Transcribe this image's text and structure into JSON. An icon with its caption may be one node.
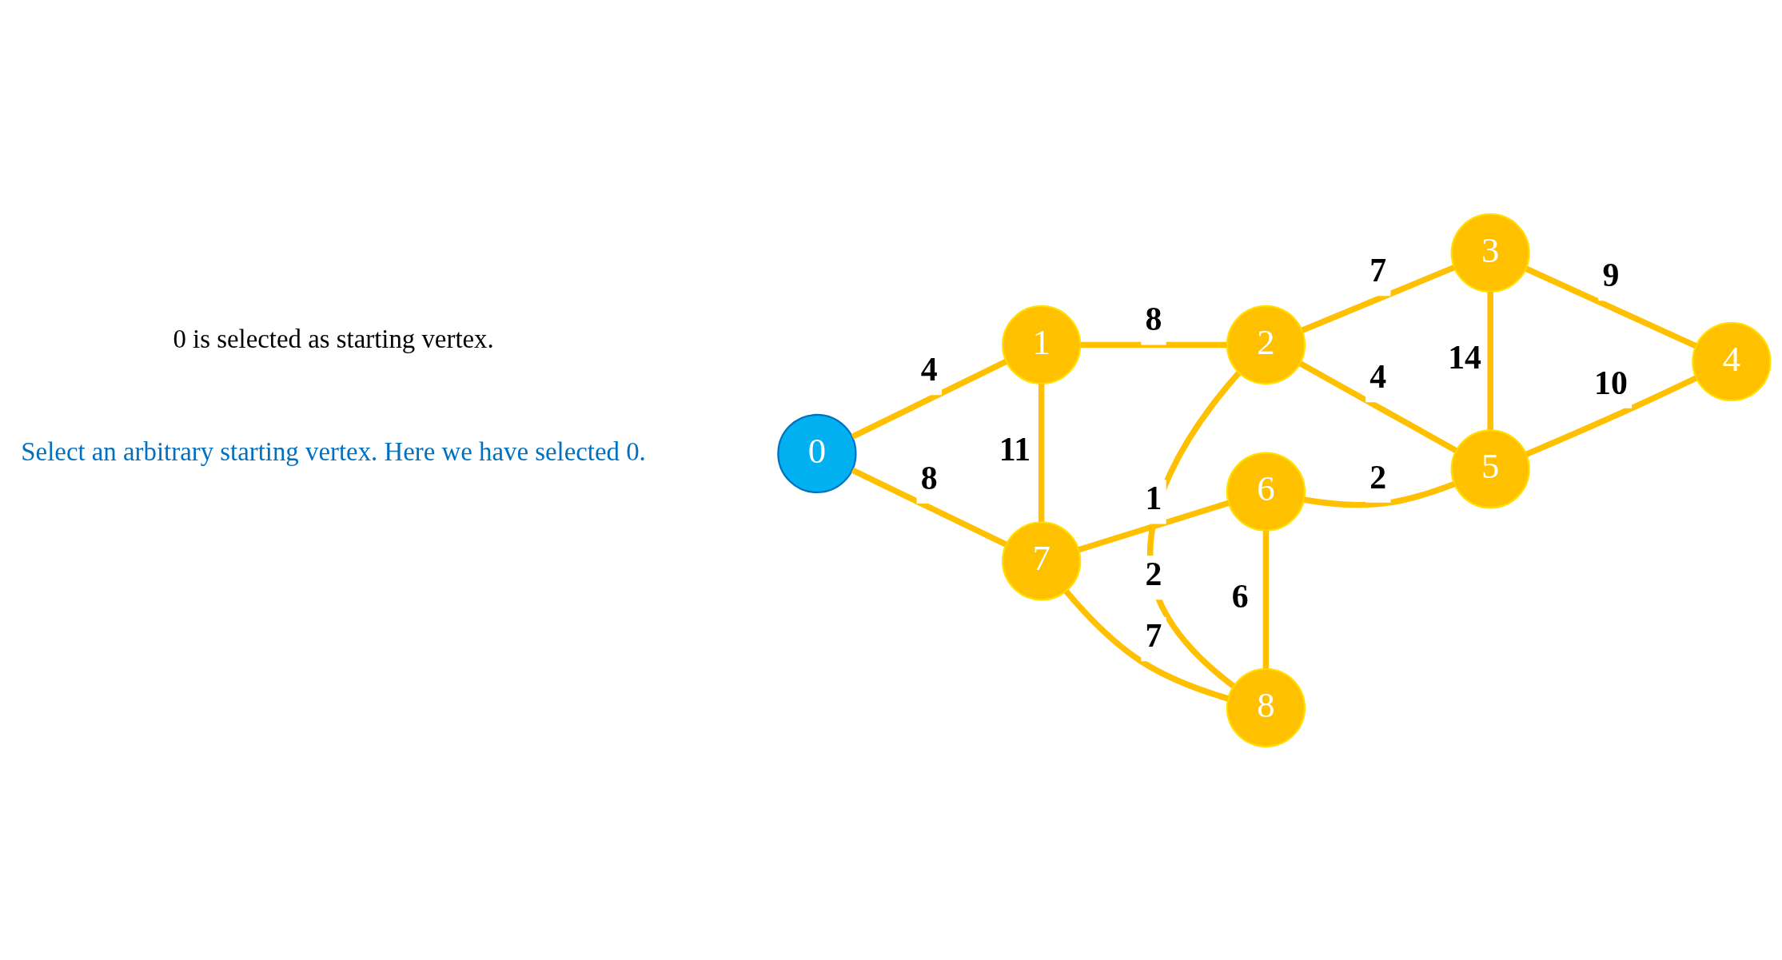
{
  "diagram": {
    "nodes": [
      {
        "text": [
          "0"
        ]
      },
      {
        "text": [
          "1"
        ]
      },
      {
        "text": [
          "2"
        ]
      },
      {
        "text": [
          "3"
        ]
      },
      {
        "text": [
          "4"
        ]
      },
      {
        "text": [
          "5"
        ]
      },
      {
        "text": [
          "6"
        ]
      },
      {
        "text": [
          "7"
        ]
      },
      {
        "text": [
          "8"
        ]
      }
    ],
    "edges": [
      {
        "from": 0,
        "to": 1,
        "arrow": "none",
        "label": "4"
      },
      {
        "from": 0,
        "to": 7,
        "arrow": "none",
        "label": "8"
      },
      {
        "from": 1,
        "to": 2,
        "arrow": "none",
        "label": "8"
      },
      {
        "from": 1,
        "to": 7,
        "arrow": "none",
        "label": "11"
      },
      {
        "from": 2,
        "to": 3,
        "arrow": "none",
        "label": "7"
      },
      {
        "from": 2,
        "to": 8,
        "arrow": "none",
        "label": "2"
      },
      {
        "from": 2,
        "to": 5,
        "arrow": "none",
        "label": "4"
      },
      {
        "from": 3,
        "to": 4,
        "arrow": "none",
        "label": "9"
      },
      {
        "from": 3,
        "to": 5,
        "arrow": "none",
        "label": "14"
      },
      {
        "from": 4,
        "to": 5,
        "arrow": "none",
        "label": "10"
      },
      {
        "from": 5,
        "to": 6,
        "arrow": "none",
        "label": "2"
      },
      {
        "from": 6,
        "to": 7,
        "arrow": "none",
        "label": "1"
      },
      {
        "from": 6,
        "to": 8,
        "arrow": "none",
        "label": "6"
      },
      {
        "from": 7,
        "to": 8,
        "arrow": "none",
        "label": "7"
      }
    ],
    "labels": [
      "0 is selected as starting vertex.",
      "Select an arbitrary starting vertex. Here we have selected 0."
    ]
  }
}
